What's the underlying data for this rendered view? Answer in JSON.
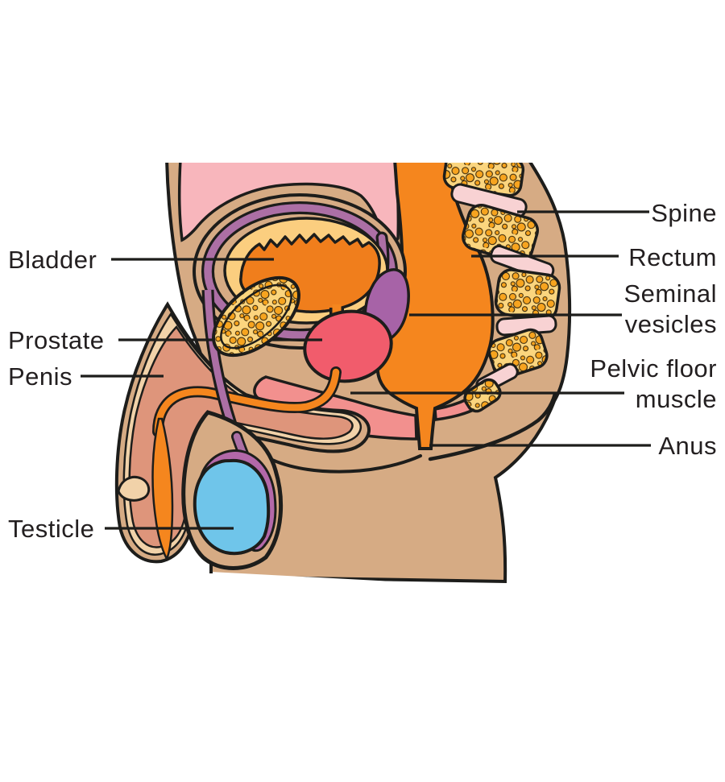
{
  "labels": {
    "bladder": "Bladder",
    "prostate": "Prostate",
    "penis": "Penis",
    "testicle": "Testicle",
    "spine": "Spine",
    "rectum": "Rectum",
    "seminal_vesicles_line1": "Seminal",
    "seminal_vesicles_line2": "vesicles",
    "pelvic_floor_line1": "Pelvic floor",
    "pelvic_floor_line2": "muscle",
    "anus": "Anus"
  },
  "palette": {
    "skin": "#D6AB84",
    "outline": "#1D1D1B",
    "abdomen_pink": "#F8B6BC",
    "orange": "#F5861E",
    "bladder_interior": "#F07E1C",
    "bladder_wall": "#FBCE7F",
    "bone": "#FBD57E",
    "bone_speckle": "#F7A41F",
    "disc_pink": "#F8D2D3",
    "vas_purple": "#AC6FA5",
    "seminal_purple": "#A763A7",
    "prostate_red": "#F15C6C",
    "pelvic_floor_pink": "#F2908E",
    "penis_salmon": "#DE957B",
    "penis_light": "#F1D2A9",
    "testicle_blue": "#6FC5EA",
    "epididymis_purple": "#B368A9",
    "label_color": "#231F20"
  }
}
